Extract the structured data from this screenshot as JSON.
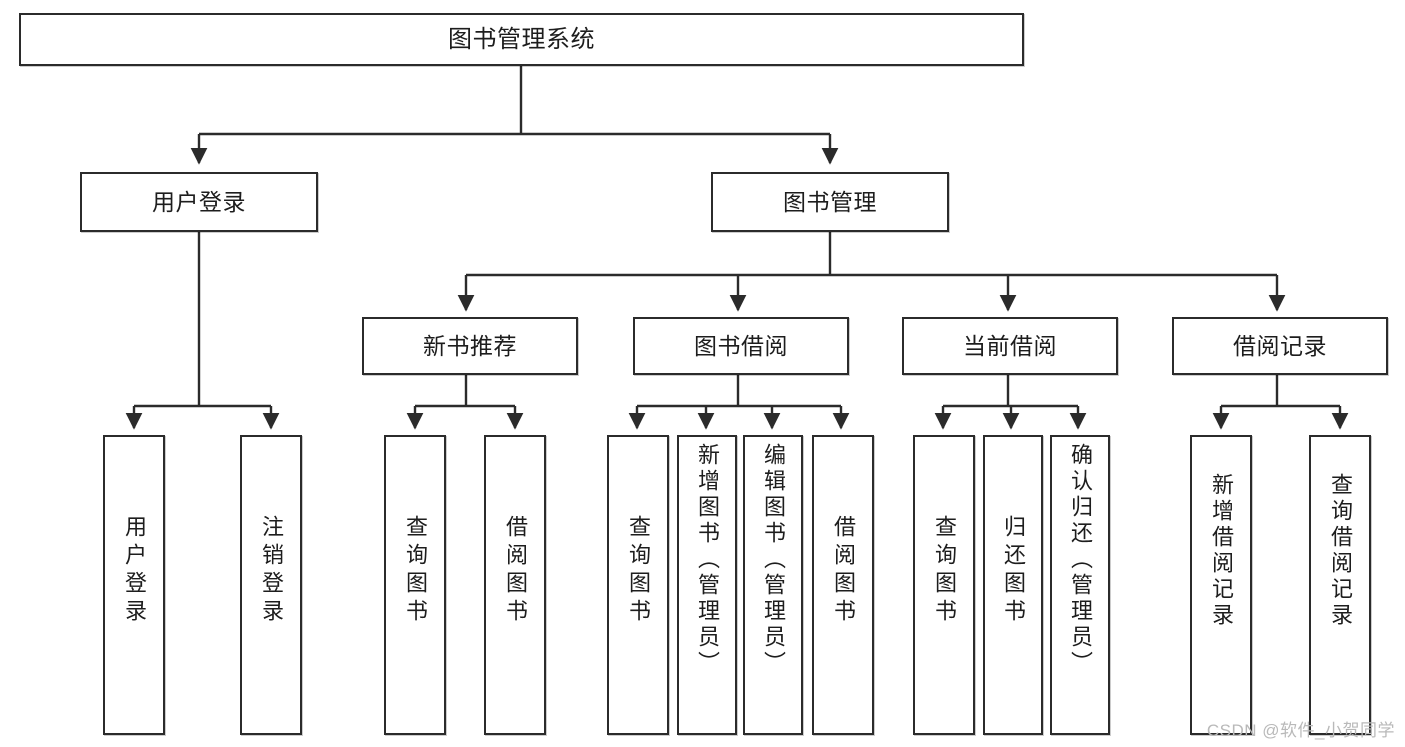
{
  "diagram": {
    "title": "图书管理系统",
    "type": "tree",
    "watermark": "CSDN @软件_小贺同学",
    "colors": {
      "stroke": "#2b2b2b",
      "fill": "#ffffff",
      "text": "#1d1d1d",
      "watermark": "#b9b9b9"
    },
    "nodes": {
      "root": {
        "label": "图书管理系统"
      },
      "level2": [
        {
          "label": "用户登录"
        },
        {
          "label": "图书管理"
        }
      ],
      "level3": [
        {
          "label": "新书推荐"
        },
        {
          "label": "图书借阅"
        },
        {
          "label": "当前借阅"
        },
        {
          "label": "借阅记录"
        }
      ],
      "leaves": {
        "user_login": [
          {
            "label": "用户登录"
          },
          {
            "label": "注销登录"
          }
        ],
        "new_book": [
          {
            "label": "查询图书"
          },
          {
            "label": "借阅图书"
          }
        ],
        "book_borrow": [
          {
            "label": "查询图书"
          },
          {
            "label": "新增图书（管理员）"
          },
          {
            "label": "编辑图书（管理员）"
          },
          {
            "label": "借阅图书"
          }
        ],
        "current_borrow": [
          {
            "label": "查询图书"
          },
          {
            "label": "归还图书"
          },
          {
            "label": "确认归还（管理员）"
          }
        ],
        "borrow_record": [
          {
            "label": "新增借阅记录"
          },
          {
            "label": "查询借阅记录"
          }
        ]
      }
    }
  }
}
